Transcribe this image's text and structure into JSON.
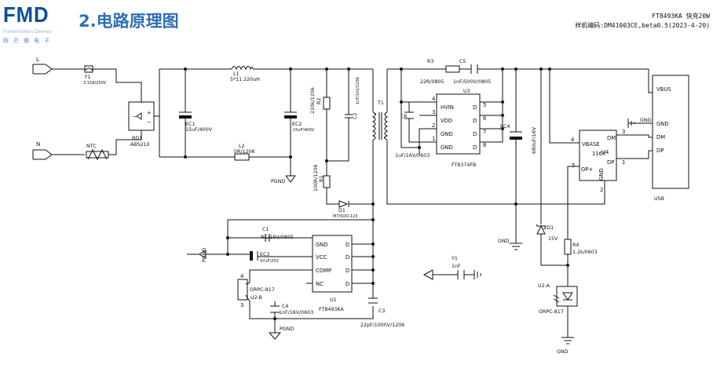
{
  "header": {
    "logo_text": "FMD",
    "logo_sub_en": "Fremont Micro Devices",
    "logo_sub_cn": "辉芒微电子",
    "title": "2.电路原理图",
    "product": "FT8493KA 快充20W",
    "sample": "样机编码:DM41003CE,beta0.5(2023-4-20)"
  },
  "labels": {
    "l_port": "L",
    "n_port": "N",
    "f1_ref": "F1",
    "f1_val": "3.15A/250V",
    "ntc": "NTC",
    "bd1_ref": "BD1",
    "bd1_val": "ABS210",
    "ec1_ref": "EC1",
    "ec1_val": "15uF/400V",
    "l1_ref": "L1",
    "l1_val": "5*11 220uH",
    "ec2_ref": "EC2",
    "ec2_val": "15uF/400V",
    "l2_ref": "L2",
    "l2_val": "0R/1206",
    "pgnd1": "PGND",
    "r2_ref": "R2",
    "r2_val": "220k/1206",
    "c2_ref": "C2",
    "c2_val": "1nF/1kV/1206",
    "r1_ref": "R1",
    "r1_val": "100R/1206",
    "d1_ref": "D1",
    "d1_val": "M7/SOD-123",
    "t1_ref": "T1",
    "r3_ref": "R3",
    "r3_val": "22R/0805",
    "c5_ref": "C5",
    "c5_val": "1nF/500V/0805",
    "u3_ref": "U3",
    "u3_name": "FT8374FB",
    "c6_ref": "C6",
    "c6_val": "1uF/16V/0603",
    "ec4_ref": "EC4",
    "ec4_val": "680uF/16V",
    "u3_pin4": "4",
    "u3_pin3": "3",
    "u3_pin2": "2",
    "u3_pin1": "1",
    "u3_pin5": "5",
    "u3_pin6": "6",
    "u3_pin7": "7",
    "u3_pin8": "8",
    "u3_hvin": "HVIN",
    "u3_vdd": "VDD",
    "u3_gnd1": "GND",
    "u3_gnd2": "GND",
    "u3_d": "D",
    "vbus": "VBUS",
    "usb_gnd": "GND",
    "usb_dm": "DM",
    "usb_dp": "DP",
    "usb": "USB",
    "gnd_small": "GND",
    "gnd_main": "GND",
    "gnd_bottom": "GND",
    "u4_ref": "U4",
    "u4_name": "116X",
    "u4_vbase": "VBASE",
    "u4_dm": "DM",
    "u4_dp": "DP",
    "u4_opp": "OP+",
    "u4_gnd": "GND",
    "u4_pin4": "4",
    "u4_pin3": "3",
    "u4_pin1": "1",
    "u4_pin5": "5",
    "u4_pin2": "2",
    "zd1_ref": "ZD1",
    "zd1_val": "15V",
    "r4_ref": "R4",
    "r4_val": "1.2k/0603",
    "u2a": "U2-A",
    "u2a_opto": "ORPC-817",
    "pgnd_left": "PGND",
    "c1_ref": "C1",
    "c1_val": "NC/16V/0805",
    "ec3_ref": "EC3",
    "ec3_val": "47uF/25V",
    "u1_ref": "U1",
    "u1_name": "FT8493KA",
    "u1_gnd": "GND",
    "u1_vcc": "VCC",
    "u1_comp": "COMP",
    "u1_nc": "NC",
    "u1_d": "D",
    "orpc_top": "ORPC-817",
    "u2b": "U2-B",
    "pin3": "3",
    "pin4": "4",
    "c4_ref": "C4",
    "c4_val": "1nF/16V/0603",
    "pgnd_bottom": "PGND",
    "c3_ref": "C3",
    "c3_val": "22pF/1000V/1206",
    "y1_ref": "Y1",
    "y1_val": "1nF"
  }
}
